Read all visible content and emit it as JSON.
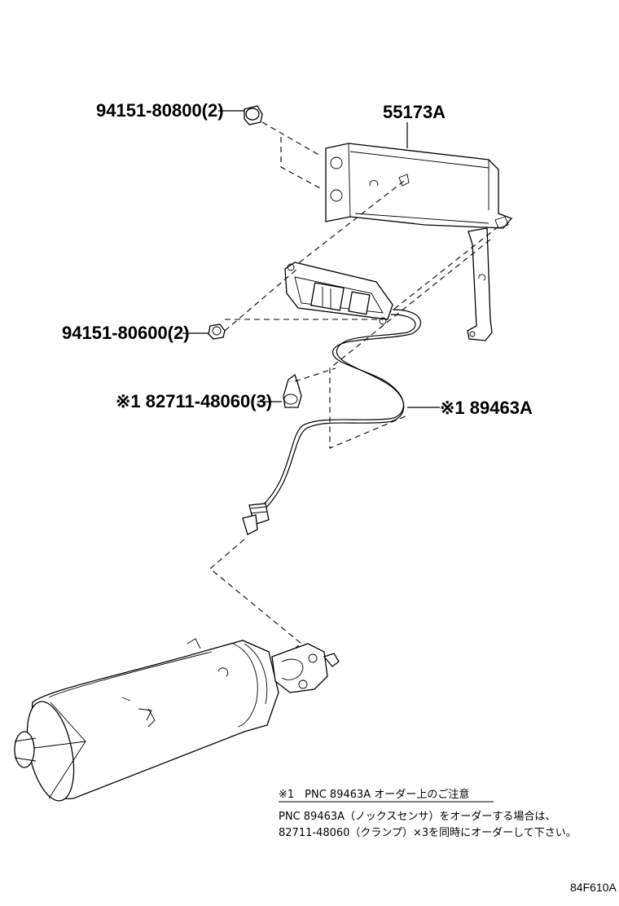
{
  "callouts": {
    "bolt_top": "94151-80800(2)",
    "bracket": "55173A",
    "bolt_mid": "94151-80600(2)",
    "clamp": "※1 82711-48060(3)",
    "sensor": "※1 89463A"
  },
  "note": {
    "title": "※1　PNC 89463A オーダー上のご注意",
    "line1": "PNC 89463A（ノックスセンサ）をオーダーする場合は、",
    "line2": "82711-48060（クランプ）×3を同時にオーダーして下さい。"
  },
  "figure_code": "84F610A"
}
